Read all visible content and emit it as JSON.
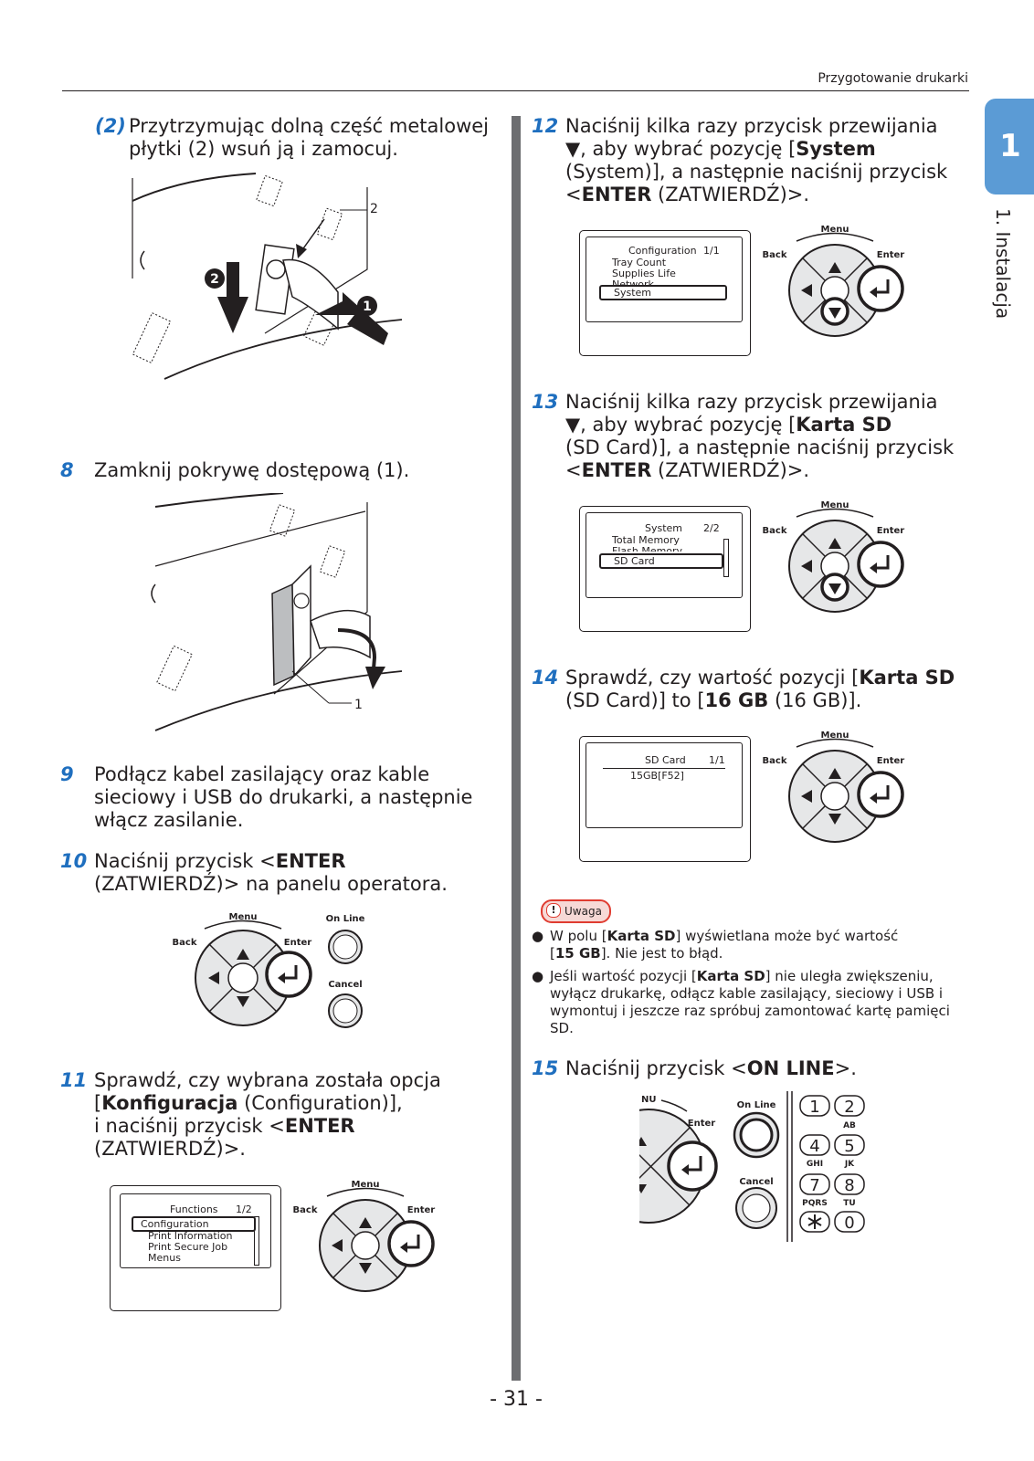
{
  "header": {
    "section_title": "Przygotowanie drukarki"
  },
  "tab": {
    "number": "1",
    "label": "1. Instalacja"
  },
  "steps": {
    "s2": {
      "num": "(2)",
      "l1": "Przytrzymując dolną część metalowej",
      "l2": "płytki (2) wsuń ją i zamocuj."
    },
    "s8": {
      "num": "8",
      "l1": "Zamknij pokrywę dostępową (1)."
    },
    "s9": {
      "num": "9",
      "l1": "Podłącz kabel zasilający oraz kable",
      "l2": "sieciowy i USB do drukarki, a następnie",
      "l3": "włącz zasilanie."
    },
    "s10": {
      "num": "10",
      "l1_a": "Naciśnij przycisk <",
      "l1_b": "ENTER",
      "l2": "(ZATWIERDŹ)> na panelu operatora."
    },
    "s11": {
      "num": "11",
      "l1": "Sprawdź, czy wybrana została opcja",
      "l2_a": "[",
      "l2_b": "Konfiguracja",
      "l2_c": " (Configuration)],",
      "l3_a": "i naciśnij przycisk <",
      "l3_b": "ENTER",
      "l4": "(ZATWIERDŹ)>."
    },
    "s12": {
      "num": "12",
      "l1": "Naciśnij kilka razy przycisk przewijania",
      "l2_a": "▼, aby wybrać pozycję [",
      "l2_b": "System",
      "l3": "(System)], a następnie naciśnij przycisk",
      "l4_a": "<",
      "l4_b": "ENTER",
      "l4_c": " (ZATWIERDŹ)>."
    },
    "s13": {
      "num": "13",
      "l1": "Naciśnij kilka razy przycisk przewijania",
      "l2_a": "▼, aby wybrać pozycję [",
      "l2_b": "Karta SD",
      "l3": "(SD Card)], a następnie naciśnij przycisk",
      "l4_a": "<",
      "l4_b": "ENTER",
      "l4_c": " (ZATWIERDŹ)>."
    },
    "s14": {
      "num": "14",
      "l1_a": "Sprawdź, czy wartość pozycji [",
      "l1_b": "Karta SD",
      "l2_a": "(SD Card)] to [",
      "l2_b": "16 GB",
      "l2_c": " (16 GB)]."
    },
    "s15": {
      "num": "15",
      "l1_a": "Naciśnij przycisk <",
      "l1_b": "ON LINE",
      "l1_c": ">."
    }
  },
  "figure_labels": {
    "callout_2": "2",
    "callout_1": "1",
    "marker_2": "2",
    "marker_1": "1"
  },
  "note": {
    "badge": "Uwaga",
    "item1": {
      "a": "W polu [",
      "b": "Karta SD",
      "c": "] wyświetlana może być wartość",
      "d": "[",
      "e": "15 GB",
      "f": "]. Nie jest to błąd."
    },
    "item2": {
      "a": "Jeśli wartość pozycji [",
      "b": "Karta SD",
      "c": "] nie uległa zwiększeniu,",
      "l2": "wyłącz drukarkę, odłącz kable zasilający, sieciowy i USB i",
      "l3": "wymontuj i jeszcze raz spróbuj zamontować kartę pamięci",
      "l4": "SD."
    }
  },
  "panel_labels": {
    "menu": "Menu",
    "back": "Back",
    "enter": "Enter",
    "on_line": "On Line",
    "cancel": "Cancel"
  },
  "lcd12": {
    "title": "Configuration",
    "page": "1/1",
    "items": [
      "Tray Count",
      "Supplies Life",
      "Network"
    ],
    "selected": "System"
  },
  "lcd13": {
    "title": "System",
    "page": "2/2",
    "items": [
      "Total Memory",
      "Flash Memory"
    ],
    "selected": "SD Card"
  },
  "lcd14": {
    "title": "SD Card",
    "page": "1/1",
    "value": "15GB[F52]"
  },
  "lcd11": {
    "title": "Functions",
    "page": "1/2",
    "selected": "Configuration",
    "items": [
      "Print Information",
      "Print Secure Job",
      "Menus"
    ]
  },
  "keypad": {
    "k1": "1",
    "k2": "2",
    "k4": "4",
    "k5": "5",
    "k7": "7",
    "k8": "8",
    "k0": "0",
    "abc": "AB",
    "ghi": "GHI",
    "jkl": "JK",
    "pqrs": "PQRS",
    "tuv": "TU",
    "menu_partial": "NU"
  },
  "page_number": "- 31 -"
}
